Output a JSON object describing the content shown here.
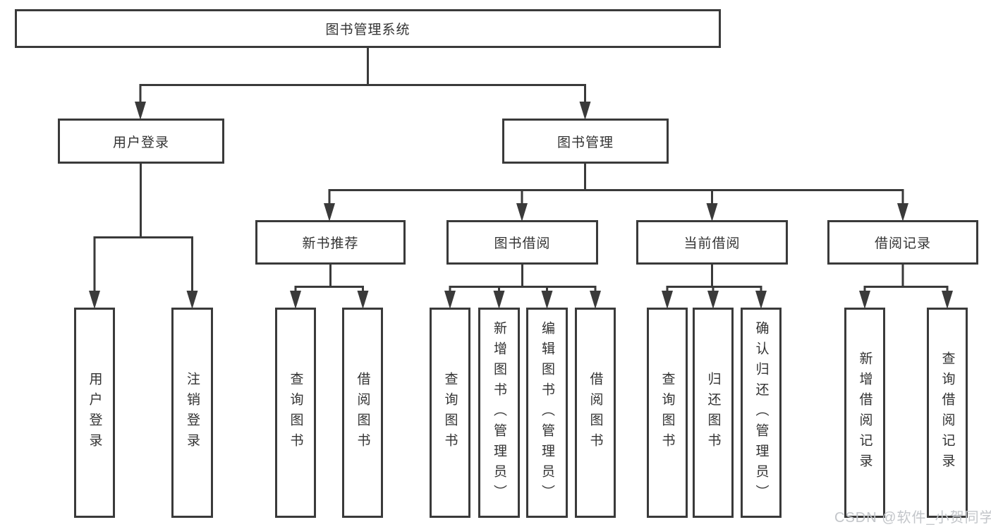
{
  "diagram": {
    "root": {
      "label": "图书管理系统"
    },
    "level2": {
      "user_login": {
        "label": "用户登录"
      },
      "book_management": {
        "label": "图书管理"
      }
    },
    "level3": {
      "new_book_rec": {
        "label": "新书推荐"
      },
      "book_borrowing": {
        "label": "图书借阅"
      },
      "current_borrowing": {
        "label": "当前借阅"
      },
      "borrowing_records": {
        "label": "借阅记录"
      }
    },
    "leaves": {
      "user_login": {
        "label": "用户登录"
      },
      "logout": {
        "label": "注销登录"
      },
      "rec_query_books": {
        "label": "查询图书"
      },
      "rec_borrow_books": {
        "label": "借阅图书"
      },
      "borrowing_query_books": {
        "label": "查询图书"
      },
      "borrowing_add_books": {
        "label": "新增图书（管理员）"
      },
      "borrowing_edit_books": {
        "label": "编辑图书（管理员）"
      },
      "borrowing_borrow_books": {
        "label": "借阅图书"
      },
      "current_query_books": {
        "label": "查询图书"
      },
      "current_return_books": {
        "label": "归还图书"
      },
      "current_confirm_return": {
        "label": "确认归还（管理员）"
      },
      "records_add_record": {
        "label": "新增借阅记录"
      },
      "records_query_record": {
        "label": "查询借阅记录"
      }
    }
  },
  "watermark": {
    "text": "CSDN @软件_小贺同学"
  },
  "colors": {
    "line": "#3a3a3a",
    "text": "#333333",
    "watermark": "#c3c6ca",
    "background": "#ffffff"
  }
}
